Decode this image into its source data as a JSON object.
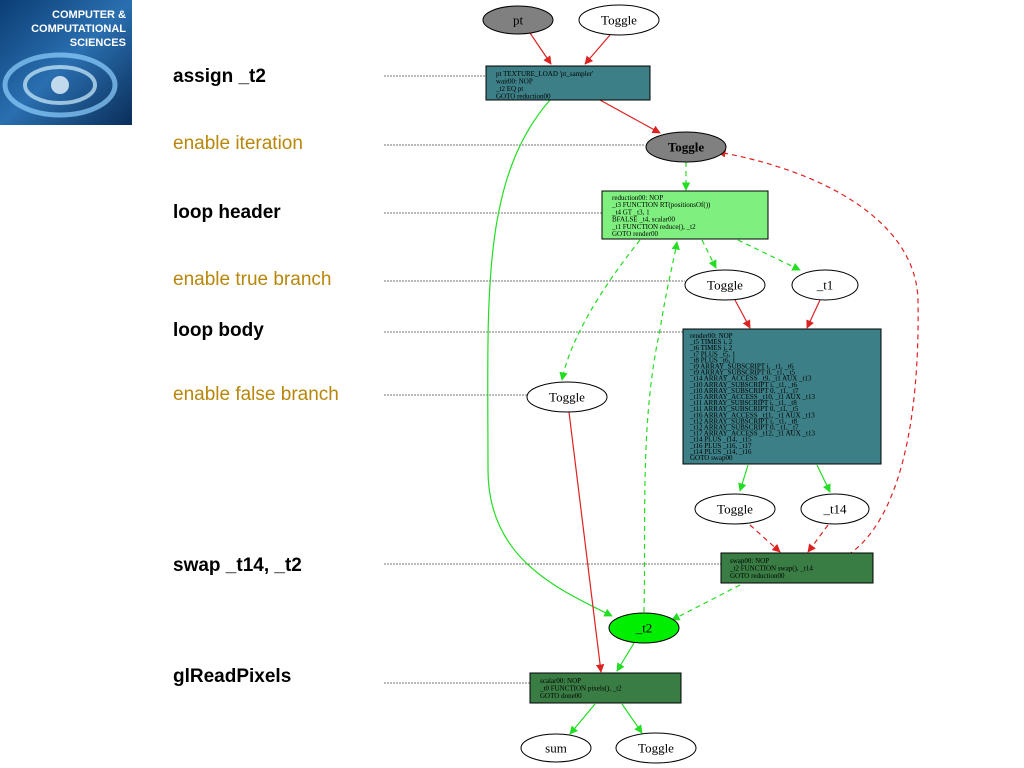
{
  "logo": {
    "line1": "COMPUTER &",
    "line2": "COMPUTATIONAL",
    "line3": "SCIENCES"
  },
  "labels": [
    {
      "text": "assign  _t2",
      "style": "bold"
    },
    {
      "text": "enable iteration",
      "style": "orange"
    },
    {
      "text": "loop header",
      "style": "bold"
    },
    {
      "text": "enable true branch",
      "style": "orange"
    },
    {
      "text": "loop body",
      "style": "bold"
    },
    {
      "text": "enable false branch",
      "style": "orange"
    },
    {
      "text": "swap _t14, _t2",
      "style": "bold"
    },
    {
      "text": "glReadPixels",
      "style": "bold"
    }
  ],
  "nodes": {
    "pt": "pt",
    "toggle_top": "Toggle",
    "toggle_iter": "Toggle",
    "toggle_true": "Toggle",
    "t1": "_t1",
    "toggle_false": "Toggle",
    "toggle_body": "Toggle",
    "t14": "_t14",
    "t2": "_t2",
    "sum": "sum",
    "toggle_end": "Toggle"
  },
  "blocks": {
    "assign": [
      "pt        TEXTURE_LOAD  'pt_sampler'",
      "wait00:              NOP",
      "_t2       EQ          pt",
      "GOTO      reduction00"
    ],
    "header": [
      "reduction00:      NOP",
      "_t3    FUNCTION    RT(positionsOf())",
      "_t4    GT     _t3, 1",
      "BFALSE    _t4, scalar00",
      "_t1    FUNCTION    reduce(), _t2",
      "GOTO     render00"
    ],
    "body": [
      "render00:        NOP",
      "_t5    TIMES     i, 2",
      "_t6    TIMES     j, 2",
      "_t7    PLUS      _t5, 1",
      "_t8    PLUS      _t6, 1",
      "_t9    ARRAY_SUBSCRIPT  i, _t1, _t6",
      "_t9    ARRAY_SUBSCRIPT  0, _t1, _t5",
      "_t14   ARRAY_ACCESS  _t9, _t1  AUX  _t13",
      "_t10   ARRAY_SUBSCRIPT  i, _t1, _t6",
      "_t10   ARRAY_SUBSCRIPT  0, _t1, _t7",
      "_t15   ARRAY_ACCESS  _t10, _t1  AUX  _t13",
      "_t11   ARRAY_SUBSCRIPT  i, _t1, _t8",
      "_t11   ARRAY_SUBSCRIPT  0, _t1, _t5",
      "_t16   ARRAY_ACCESS  _t11, _t1  AUX  _t13",
      "_t12   ARRAY_SUBSCRIPT  i, _t1, _t8",
      "_t12   ARRAY_SUBSCRIPT  0, _t1, _t7",
      "_t17   ARRAY_ACCESS  _t12, _t1  AUX  _t13",
      "_t14   PLUS    _t14, _t15",
      "_t16   PLUS    _t16, _t17",
      "_t14   PLUS    _t14, _t16",
      "GOTO     swap00"
    ],
    "swap": [
      "swap00:          NOP",
      "_t2    FUNCTION    swap(), _t14",
      "GOTO     reduction00"
    ],
    "read": [
      "scalar00:        NOP",
      "_t0    FUNCTION    pixels(), _t2",
      "GOTO     done00"
    ]
  },
  "colors": {
    "teal_block": "#3d7f86",
    "light_green_block": "#7fef7f",
    "dark_green_block": "#3a7d44",
    "gray_node": "#808080",
    "bright_green_node": "#00ee00",
    "red_edge": "#dd2222",
    "green_edge": "#22dd22",
    "orange_label": "#b8860b"
  }
}
